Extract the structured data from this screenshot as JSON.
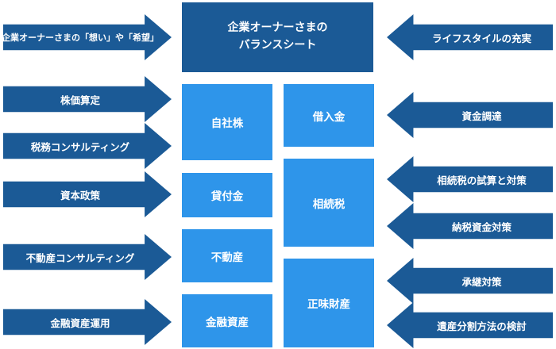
{
  "header": {
    "line1": "企業オーナーさまの",
    "line2": "バランスシート"
  },
  "left_arrows": [
    "企業オーナーさまの「想い」や「希望」",
    "株価算定",
    "税務コンサルティング",
    "資本政策",
    "不動産コンサルティング",
    "金融資産運用"
  ],
  "right_arrows": [
    "ライフスタイルの充実",
    "資金調達",
    "相続税の試算と対策",
    "納税資金対策",
    "承継対策",
    "遺産分割方法の検討"
  ],
  "assets": [
    "自社株",
    "貸付金",
    "不動産",
    "金融資産"
  ],
  "liabilities": [
    "借入金",
    "相続税",
    "正味財産"
  ]
}
